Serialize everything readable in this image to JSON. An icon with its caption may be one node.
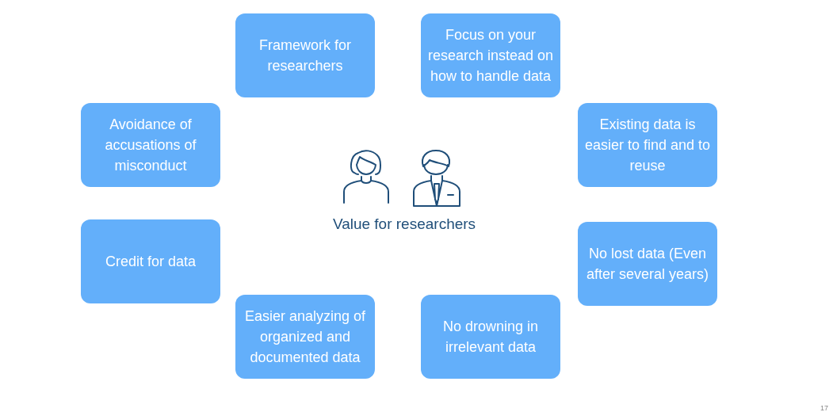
{
  "diagram": {
    "nodes": [
      {
        "text": [
          "Framework for researchers"
        ]
      },
      {
        "text": [
          "Focus on your research instead on how to handle data"
        ]
      },
      {
        "text": [
          "Avoidance of accusations of misconduct"
        ]
      },
      {
        "text": [
          "Existing data is easier to find and to reuse"
        ]
      },
      {
        "text": [
          "Credit for data"
        ]
      },
      {
        "text": [
          "No lost data (Even after several years)"
        ]
      },
      {
        "text": [
          "Easier analyzing of organized and documented data"
        ]
      },
      {
        "text": [
          "No drowning in irrelevant data"
        ]
      }
    ],
    "edges": [],
    "labels": [
      "Value for researchers",
      "17"
    ]
  }
}
